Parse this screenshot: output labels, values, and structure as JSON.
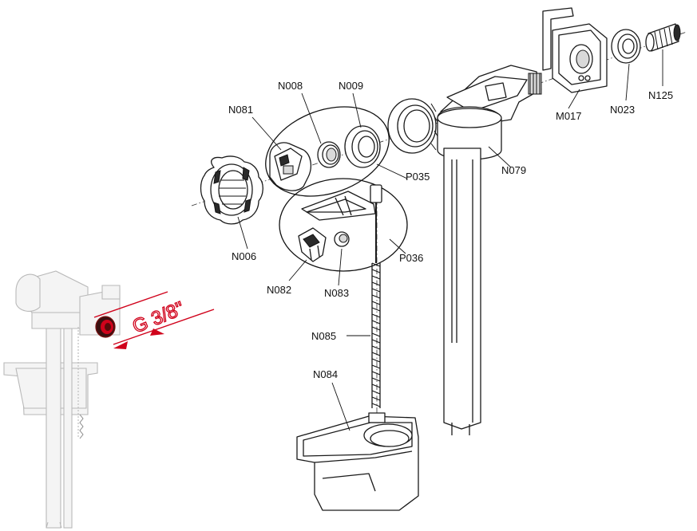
{
  "thread_size": "G 3/8\"",
  "callouts": {
    "n081": "N081",
    "n008": "N008",
    "n009": "N009",
    "p035": "P035",
    "n006": "N006",
    "n082": "N082",
    "n083": "N083",
    "p036": "P036",
    "n085": "N085",
    "n084": "N084",
    "n079": "N079",
    "m017": "M017",
    "n023": "N023",
    "n125": "N125"
  },
  "colors": {
    "line": "#1a1a1a",
    "highlight": "#d0021b",
    "ghost": "#b9b9b9"
  }
}
